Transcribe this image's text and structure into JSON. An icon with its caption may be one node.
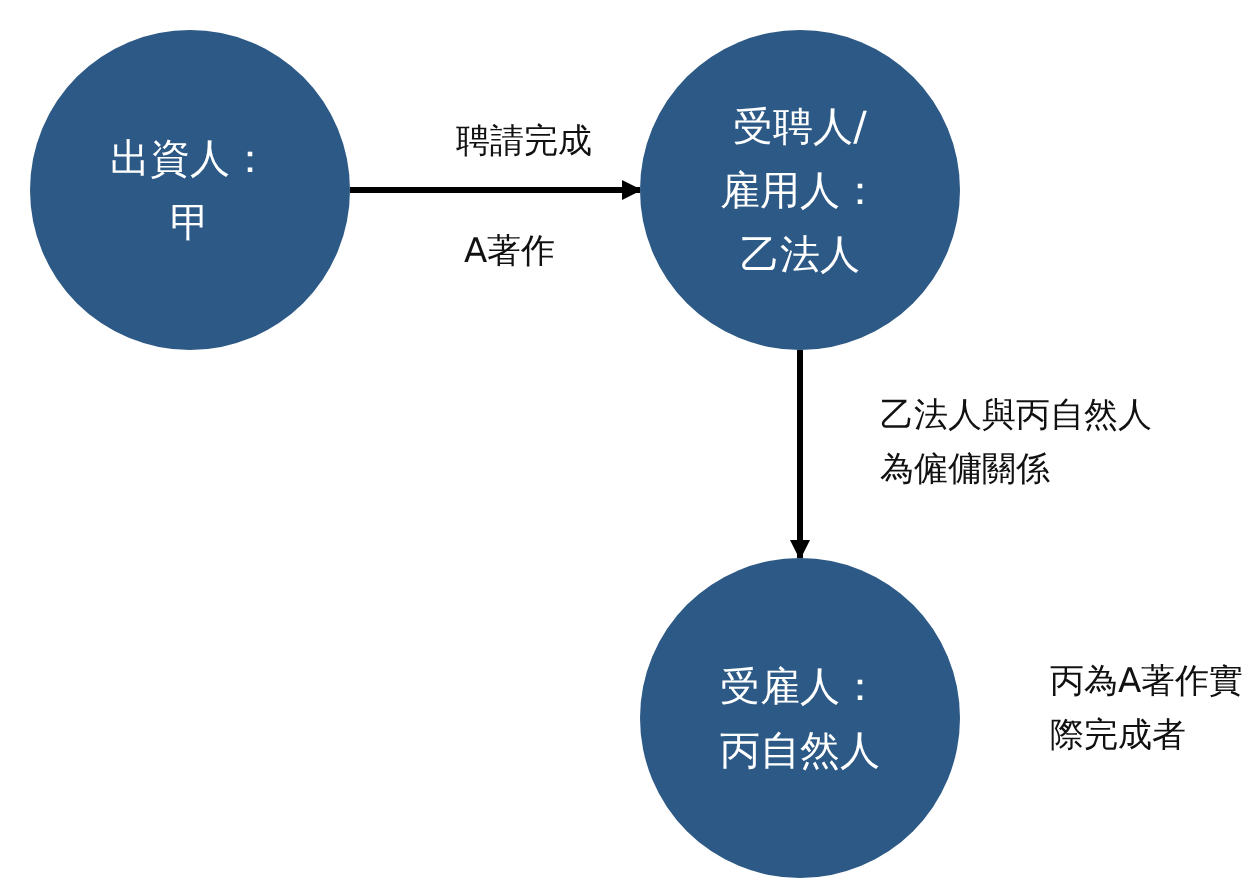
{
  "diagram": {
    "nodes": [
      {
        "text": [
          "出資人：甲"
        ]
      },
      {
        "text": [
          "受聘人/雇用人：乙法人"
        ]
      },
      {
        "text": [
          "受雇人：丙自然人"
        ],
        "beside": [
          "丙為A著作實際完成者"
        ]
      }
    ],
    "edges": [
      {
        "from": 0,
        "to": 1,
        "arrow": "to",
        "label": "聘請完成"
      },
      {
        "from": 1,
        "to": 2,
        "arrow": "to",
        "label": "乙法人與丙自然人為僱傭關係"
      }
    ],
    "labels": [
      "A著作"
    ]
  }
}
